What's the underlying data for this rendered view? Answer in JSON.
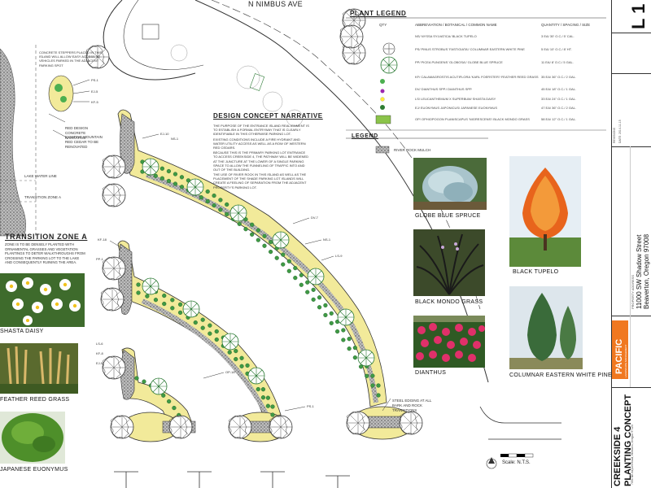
{
  "street_label": "N NIMBUS AVE",
  "notes": {
    "conc_stepper": "CONCRETE STEPPERS PLACED IN THIS ISLAND WILL ALLOW EASY ACCESS TO VEHICLES PARKED IN THE ADJACENT PARKING SPOT",
    "red_seating": "RED DESIGN CONCRETE NARRATIVE",
    "existing_mountain": "EXISTING MOUNTAIN RED CEDAR TO BE RENOVATED",
    "lake_water_line": "LAKE WATER LINE",
    "transition_zone_line": "TRANSITION ZONE A",
    "steel_edging": "STEEL EDGING AT ALL BARK AND ROCK TRANSITIONS"
  },
  "transition": {
    "title": "TRANSITION ZONE A",
    "body": "ZONE IS TO BE DENSELY PLANTED WITH ORNAMENTAL GRASSES AND VEGETATION PLANTINGS TO DETER WALKTHROUGHS FROM CROSSING THE PARKING LOT TO THE LAKE AND CONSEQUENTLY RUINING THE AREA."
  },
  "narrative": {
    "title": "DESIGN CONCEPT NARRATIVE",
    "bullets": [
      "THE PURPOSE OF THE ENTRANCE ISLAND REALIGNMENT IS TO ESTABLISH A FORMAL ENTRYWAY THAT IS CLEARLY IDENTIFIABLE IN THIS OTHERWISE PARKING LOT.",
      "EXISTING CONDITIONS INCLUDE A FIRE HYDRANT AND WATER UTILITY ACCESS AS WELL AS A ROW OF WESTERN RED CEDARS.",
      "BECAUSE THIS IS THE PRIMARY PARKING LOT ENTRANCE TO ACCESS CREEKSIDE 4, THE PATHWAY WILL BE WIDENED AT THE JUNCTURE AT THE LOWER OF A SINGLE PARKING SPACE TO ALLOW THE FUNNELING OF TRAFFIC INTO AND OUT OF THE BUILDING.",
      "THE USE OF RIVER ROCK IN THIS ISLAND AS WELL AS THE PLACEMENT OF THE SHADE PARKING LOT ISLANDS WILL CREATE A FEELING OF SEPARATION FROM THE ADJACENT PROPERTY'S PARKING LOT."
    ]
  },
  "plant_legend": {
    "title": "PLANT LEGEND",
    "col_symbol": "QTY",
    "col_name": "ABBREVIATION / BOTANICAL / COMMON NAME",
    "col_qty": "QUANTITY / SPACING / SIZE",
    "rows": [
      {
        "name": "NS/ NYSSA SYLVATICA/ BLACK TUPELO",
        "qty": "3 EA/ 30' O.C./ 5' CAL."
      },
      {
        "name": "PS/ PINUS STROBUS 'FASTIGIATA'/ COLUMNAR EASTERN WHITE PINE",
        "qty": "5 EA/ 10' O.C./ 8' HT."
      },
      {
        "name": "PP/ PICEA PUNGENS 'GLOBOSA'/ GLOBE BLUE SPRUCE",
        "qty": "11 EA/ 8' O.C./ 5 GAL."
      },
      {
        "name": "KF/ CALAMAGROSTIS ACUTIFLORA 'KARL FOERSTER'/ FEATHER REED GRASS",
        "qty": "35 EA/ 36\" O.C./ 2 GAL."
      },
      {
        "name": "DV/ DIANTHUS SPP./ DIANTHUS SPP.",
        "qty": "45 EA/ 18\" O.C./ 1 GAL."
      },
      {
        "name": "LS/ LEUCANTHEMUM X SUPERBUM/ SHASTA DAISY",
        "qty": "33 EA/ 24\" O.C./ 1 GAL."
      },
      {
        "name": "EJ/ EUONYMUS JAPONICUS/ JAPANESE EUONYMUS",
        "qty": "47 EA/ 36\" O.C./ 2 GAL."
      },
      {
        "name": "OP/ OPHIOPOGON PLANISCAPUS 'NIGRESCENS'/ BLACK MONDO GRASS",
        "qty": "58 EA/ 12\" O.C./ 1 GAL."
      }
    ],
    "legend_title": "LEGEND",
    "legend_item": "RIVER ROCK MULCH"
  },
  "photos": {
    "globe_blue_spruce": "GLOBE BLUE SPRUCE",
    "black_tupelo": "BLACK TUPELO",
    "black_mondo_grass": "BLACK MONDO GRASS",
    "dianthus": "DIANTHUS",
    "columnar_eastern_white_pine": "COLUMNAR EASTERN WHITE PINE",
    "shasta_daisy": "SHASTA DAISY",
    "feather_reed_grass": "FEATHER REED GRASS",
    "japanese_euonymus": "JAPANESE EUONYMUS"
  },
  "plant_tags": {
    "t1": "PS-1",
    "t2": "EJ-5",
    "t3": "KF-5",
    "t4": "EJ-10",
    "t5": "DV-7",
    "t6": "NS-1",
    "t7": "LS-9",
    "t8": "KF-18",
    "t9": "OP-18",
    "t10": "PS-1",
    "t11": "LS-6",
    "t12": "KF-8",
    "t13": "EJ-5",
    "t14": "NS-1",
    "t15": "PP-1"
  },
  "scale": {
    "text": "Scale: N.T.S."
  },
  "title_block": {
    "sheet": "L 1",
    "address_line1": "11000 SW Shadow Street",
    "address_line2": "Beaverton, Oregon 97008",
    "property_label": "PROPERTY ADDRESS",
    "company": "PACIFIC",
    "company_sub": "LANDSCAPE MANAGEMENT",
    "company_address": "7050 NE Airport Road, Hillsboro, Oregon 97124",
    "project_line1": "CREEKSIDE 4",
    "project_line2": "PLANTING CONCEPT",
    "date_label": "DATE: 2014-11-15",
    "rev_label": "REVISIONS"
  },
  "colors": {
    "plant_green": "#2e8b3a",
    "bed_yellow": "#f2ea9a",
    "rock_gray": "#8a8a8a",
    "tupelo_orange": "#e8641c",
    "logo_orange": "#f07820"
  }
}
